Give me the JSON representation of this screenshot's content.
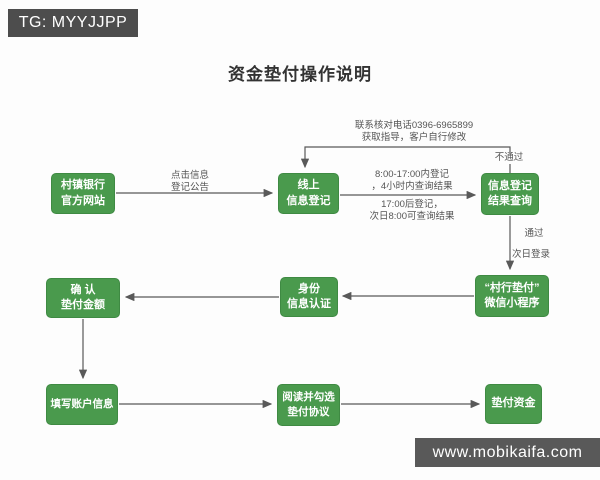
{
  "page": {
    "title": "资金垫付操作说明"
  },
  "badges": {
    "tg": "TG: MYYJJPP",
    "watermark": "www.mobikaifa.com"
  },
  "colors": {
    "node_green": "#4a9a4d",
    "node_border": "#3f8a43",
    "badge_dark": "#4d4d4d",
    "watermark_dark": "#595959",
    "arrow_gray": "#595959",
    "label_gray": "#555555",
    "title_dark": "#333333"
  },
  "flowchart": {
    "nodes": [
      {
        "id": "bank-website",
        "line1": "村镇银行",
        "line2": "官方网站"
      },
      {
        "id": "online-registration",
        "line1": "线上",
        "line2": "信息登记"
      },
      {
        "id": "result-query",
        "line1": "信息登记",
        "line2": "结果查询"
      },
      {
        "id": "mini-program",
        "line1": "“村行垫付”",
        "line2": "微信小程序"
      },
      {
        "id": "identity-auth",
        "line1": "身份",
        "line2": "信息认证"
      },
      {
        "id": "confirm-amount",
        "line1": "确 认",
        "line2": "垫付金额"
      },
      {
        "id": "account-info",
        "line1": "填写账户信息",
        "line2": ""
      },
      {
        "id": "agreement",
        "line1": "阅读并勾选",
        "line2": "垫付协议"
      },
      {
        "id": "advance-funds",
        "line1": "垫付资金",
        "line2": ""
      }
    ],
    "edge_labels": {
      "click_info_line1": "点击信息",
      "click_info_line2": "登记公告",
      "contact_line1": "联系核对电话0396-6965899",
      "contact_line2": "获取指导，客户自行修改",
      "fail": "不通过",
      "hours_day_line1": "8:00-17:00内登记",
      "hours_day_line2": "，4小时内查询结果",
      "hours_night_line1": "17:00后登记，",
      "hours_night_line2": "次日8:00可查询结果",
      "pass": "通过",
      "next_day": "次日登录"
    }
  }
}
